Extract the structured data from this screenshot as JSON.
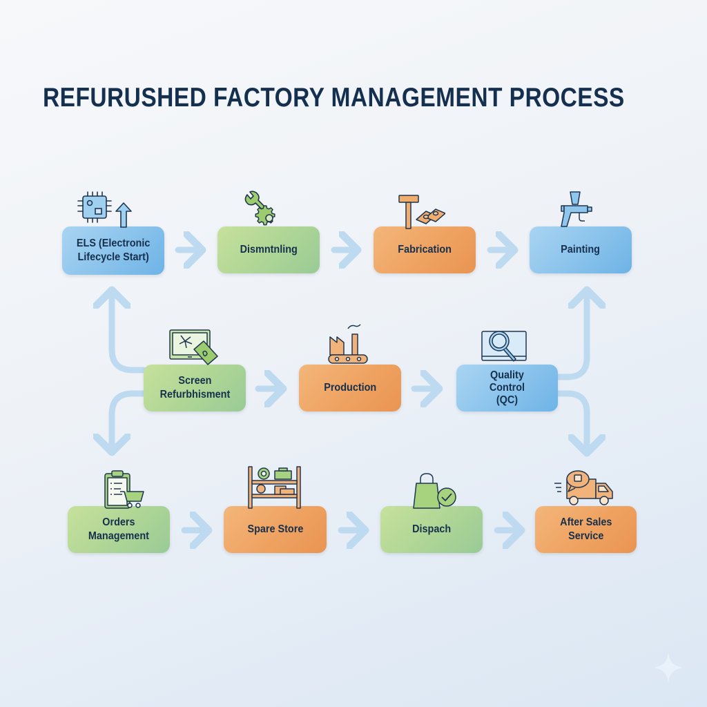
{
  "title": "REFURUSHED FACTORY MANAGEMENT PROCESS",
  "colors": {
    "title": "#15304f",
    "text": "#16304c",
    "blue": "#8cc4ec",
    "green": "#b0d696",
    "orange": "#efa463",
    "arrow": "#bcd9f0"
  },
  "nodes": [
    {
      "id": "els",
      "label": "ELS (Electronic\nLifecycle Start)",
      "color": "blue",
      "icon": "chip-arrow-up-icon"
    },
    {
      "id": "dismantling",
      "label": "Dismntnling",
      "color": "green",
      "icon": "wrench-gear-icon"
    },
    {
      "id": "fabrication",
      "label": "Fabrication",
      "color": "orange",
      "icon": "hammer-plates-icon"
    },
    {
      "id": "painting",
      "label": "Painting",
      "color": "blue",
      "icon": "spray-gun-icon"
    },
    {
      "id": "screen",
      "label": "Screen\nRefurbhisment",
      "color": "green",
      "icon": "cracked-screen-icon"
    },
    {
      "id": "production",
      "label": "Production",
      "color": "orange",
      "icon": "factory-conveyor-icon"
    },
    {
      "id": "qc",
      "label": "Quality\nControl\n(QC)",
      "color": "blue",
      "icon": "magnifier-monitor-icon"
    },
    {
      "id": "orders",
      "label": "Orders\nManagement",
      "color": "green",
      "icon": "clipboard-cart-icon"
    },
    {
      "id": "spare",
      "label": "Spare Store",
      "color": "orange",
      "icon": "shelf-parts-icon"
    },
    {
      "id": "dispatch",
      "label": "Dispach",
      "color": "green",
      "icon": "bag-check-icon"
    },
    {
      "id": "aftersales",
      "label": "After Sales\nService",
      "color": "orange",
      "icon": "truck-chat-icon"
    }
  ],
  "edges": [
    [
      "els",
      "dismantling"
    ],
    [
      "dismantling",
      "fabrication"
    ],
    [
      "fabrication",
      "painting"
    ],
    [
      "screen",
      "els"
    ],
    [
      "screen",
      "production"
    ],
    [
      "screen",
      "orders"
    ],
    [
      "production",
      "qc"
    ],
    [
      "qc",
      "painting"
    ],
    [
      "qc",
      "aftersales"
    ],
    [
      "orders",
      "spare"
    ],
    [
      "spare",
      "dispatch"
    ],
    [
      "dispatch",
      "aftersales"
    ]
  ]
}
